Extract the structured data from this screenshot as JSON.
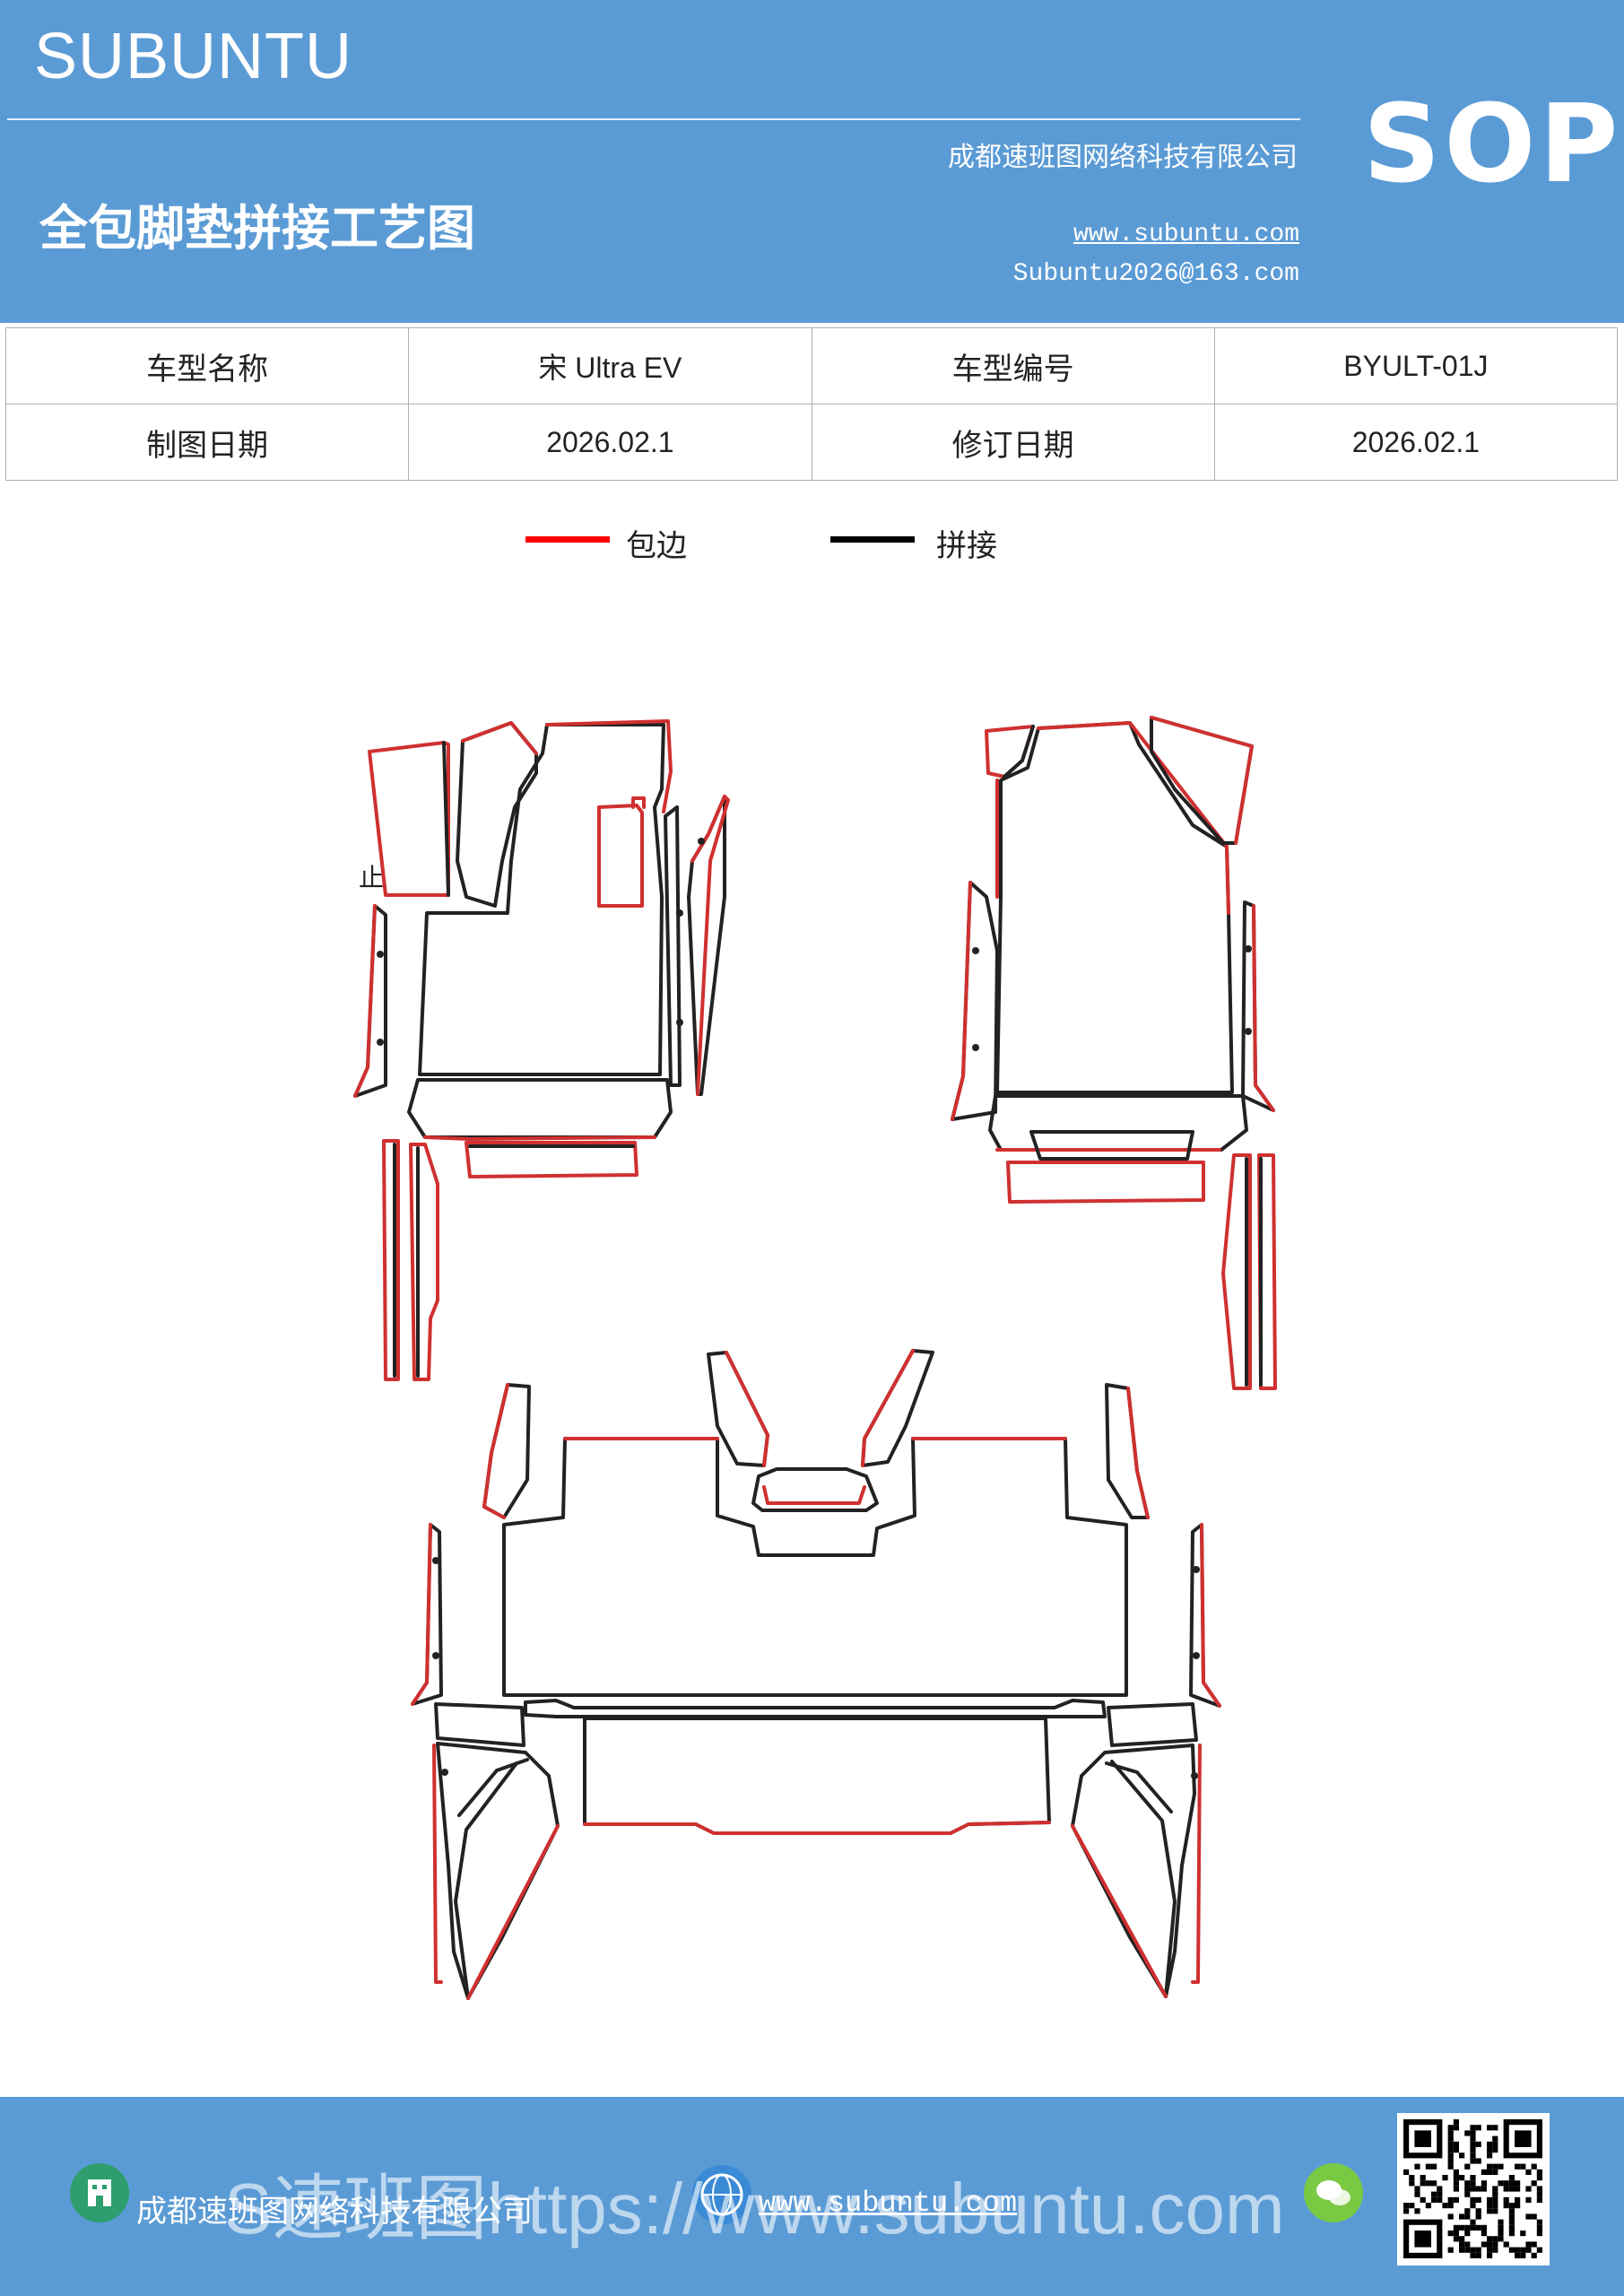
{
  "header": {
    "brand": "SUBUNTU",
    "title": "全包脚垫拼接工艺图",
    "company": "成都速班图网络科技有限公司",
    "website": "www.subuntu.com",
    "email": "Subuntu2026@163.com",
    "badge": "SOP"
  },
  "info_table": [
    [
      {
        "text": "车型名称",
        "kind": "cn"
      },
      {
        "text": "宋 Ultra  EV",
        "kind": "val"
      },
      {
        "text": "车型编号",
        "kind": "cn"
      },
      {
        "text": "BYULT-01J",
        "kind": "val"
      }
    ],
    [
      {
        "text": "制图日期",
        "kind": "cn"
      },
      {
        "text": "2026.02.1",
        "kind": "val"
      },
      {
        "text": "修订日期",
        "kind": "cn"
      },
      {
        "text": "2026.02.1",
        "kind": "val"
      }
    ]
  ],
  "legend": {
    "edge_label": "包边",
    "edge_color": "#ff0000",
    "seam_label": "拼接",
    "seam_color": "#000000"
  },
  "diagram": {
    "stub_mark": "止"
  },
  "footer": {
    "company": "成都速班图网络科技有限公司",
    "website": "www.subuntu.com",
    "watermark": "S速班图https://www.subuntu.com",
    "icons": [
      "building-icon",
      "globe-icon",
      "wechat-icon"
    ],
    "icon_colors": {
      "building": "#2e9e6e",
      "globe": "#3a8ad6",
      "wechat": "#7ac943"
    }
  }
}
